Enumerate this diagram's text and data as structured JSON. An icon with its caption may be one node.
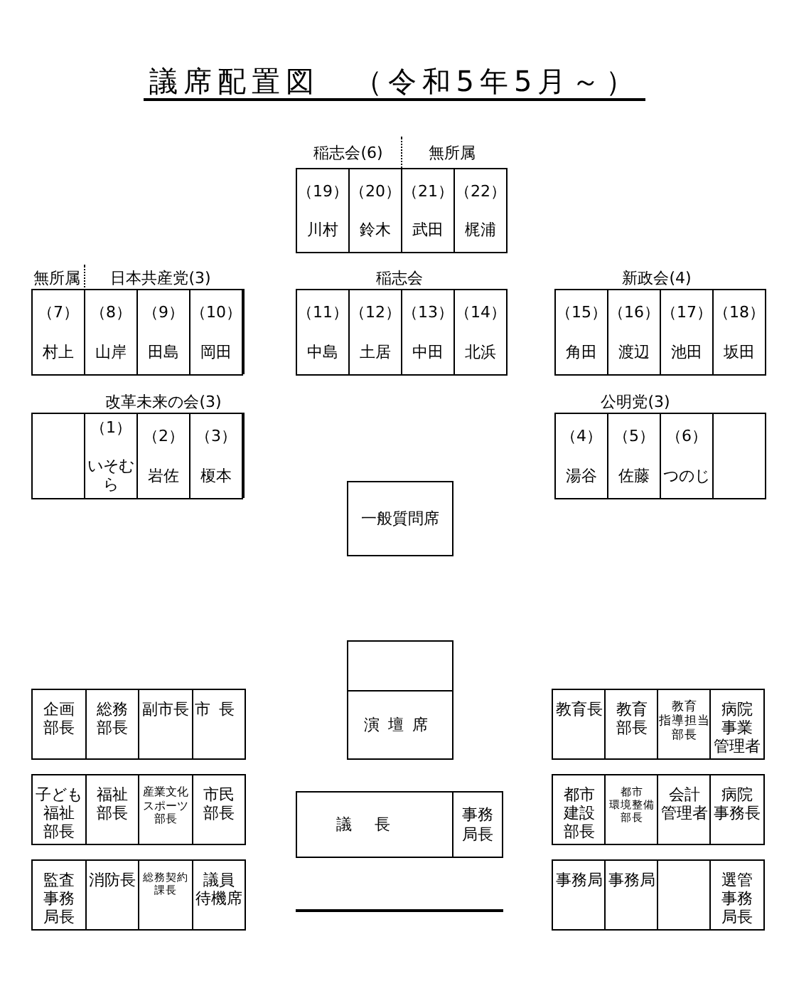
{
  "diagram": {
    "title": "議席配置図　（令和5年5月～）",
    "nodes": [
      {
        "text": [
          "（19）",
          "川村"
        ]
      },
      {
        "text": [
          "（20）",
          "鈴木"
        ]
      },
      {
        "text": [
          "（21）",
          "武田"
        ]
      },
      {
        "text": [
          "（22）",
          "梶浦"
        ]
      },
      {
        "text": [
          "（7）",
          "村上"
        ]
      },
      {
        "text": [
          "（8）",
          "山岸"
        ]
      },
      {
        "text": [
          "（9）",
          "田島"
        ]
      },
      {
        "text": [
          "（10）",
          "岡田"
        ]
      },
      {
        "text": [
          "（11）",
          "中島"
        ]
      },
      {
        "text": [
          "（12）",
          "土居"
        ]
      },
      {
        "text": [
          "（13）",
          "中田"
        ]
      },
      {
        "text": [
          "（14）",
          "北浜"
        ]
      },
      {
        "text": [
          "（15）",
          "角田"
        ]
      },
      {
        "text": [
          "（16）",
          "渡辺"
        ]
      },
      {
        "text": [
          "（17）",
          "池田"
        ]
      },
      {
        "text": [
          "（18）",
          "坂田"
        ]
      },
      {
        "text": [],
        "shape": "box"
      },
      {
        "text": [
          "（1）",
          "いそむら"
        ]
      },
      {
        "text": [
          "（2）",
          "岩佐"
        ]
      },
      {
        "text": [
          "（3）",
          "榎本"
        ]
      },
      {
        "text": [
          "（4）",
          "湯谷"
        ]
      },
      {
        "text": [
          "（5）",
          "佐藤"
        ]
      },
      {
        "text": [
          "（6）",
          "つのじ"
        ]
      },
      {
        "text": [],
        "shape": "box"
      },
      {
        "text": [
          "一般質問席"
        ]
      },
      {
        "text": [],
        "shape": "box"
      },
      {
        "text": [
          "企画部長"
        ]
      },
      {
        "text": [
          "総務部長"
        ]
      },
      {
        "text": [
          "副市長"
        ]
      },
      {
        "text": [
          "市長"
        ]
      },
      {
        "text": [
          "演壇席"
        ]
      },
      {
        "text": [
          "教育長"
        ]
      },
      {
        "text": [
          "教育部長"
        ]
      },
      {
        "text": [
          "教育指導担当部長"
        ]
      },
      {
        "text": [
          "病院事業管理者"
        ]
      },
      {
        "text": [
          "子ども福祉部長"
        ]
      },
      {
        "text": [
          "福祉部長"
        ]
      },
      {
        "text": [
          "産業文化スポーツ部長"
        ]
      },
      {
        "text": [
          "市民部長"
        ]
      },
      {
        "text": [
          "議長"
        ]
      },
      {
        "text": [
          "事務局長"
        ]
      },
      {
        "text": [
          "都市建設部長"
        ]
      },
      {
        "text": [
          "都市環境整備部長"
        ]
      },
      {
        "text": [
          "会計管理者"
        ]
      },
      {
        "text": [
          "病院事務長"
        ]
      },
      {
        "text": [
          "監査事務局長"
        ]
      },
      {
        "text": [
          "消防長"
        ]
      },
      {
        "text": [
          "総務契約課長"
        ]
      },
      {
        "text": [
          "議員待機席"
        ]
      },
      {
        "text": [
          "事務局"
        ]
      },
      {
        "text": [
          "事務局"
        ]
      },
      {
        "text": [],
        "shape": "box"
      },
      {
        "text": [
          "選管事務局長"
        ]
      }
    ],
    "labels": [
      "稲志会(6)",
      "無所属",
      "無所属",
      "日本共産党(3)",
      "稲志会",
      "新政会(4)",
      "改革未来の会(3)",
      "公明党(3)"
    ]
  }
}
